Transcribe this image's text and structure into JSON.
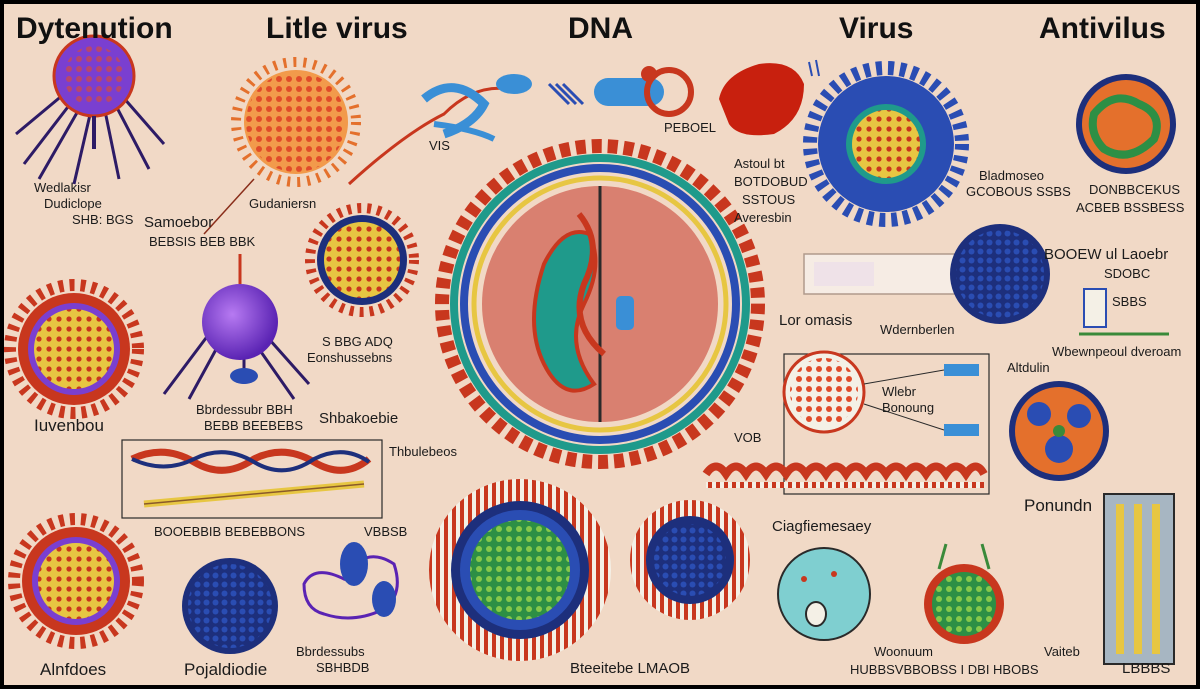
{
  "headings": {
    "h1": "Dytenution",
    "h2": "Litle virus",
    "h3": "DNA",
    "h4": "Virus",
    "h5": "Antivilus"
  },
  "labels": {
    "l01": "Wedlakisr",
    "l02": "Dudiclope",
    "l03": "SHB: BGS",
    "l04": "Samoebor",
    "l05": "BEBSIS BEB BBK",
    "l06": "Gudaniersn",
    "l07": "VIS",
    "l08": "PEBOEL",
    "l09": "Astoul bt",
    "l10": "BOTDOBUD",
    "l11": "SSTOUS",
    "l12": "Averesbin",
    "l13": "Bladmoseo",
    "l14": "GCOBOUS SSBS",
    "l15": "DONBBCEKUS",
    "l16": "ACBEB BSSBESS",
    "l17": "BOOEW ul Laoebr",
    "l18": "SDOBC",
    "l19": "SBBS",
    "l20": "Lor omasis",
    "l21": "Wdernberlen",
    "l22": "Altdulin",
    "l23": "Wbewnpeoul dveroam",
    "l24": "Wlebr",
    "l25": "Bonoung",
    "l26": "VOB",
    "l27": "Ponundn",
    "l28": "S BBG ADQ",
    "l29": "Eonshussebns",
    "l30": "Iuvenbou",
    "l31": "Bbrdessubr BBH",
    "l32": "BEBB BEEBEBS",
    "l33": "Shbakoebie",
    "l34": "Thbulebeos",
    "l35": "BOOEBBIB BEBEBBONS",
    "l36": "VBBSB",
    "l37": "Ciagfiemesaey",
    "l38": "Alnfdoes",
    "l39": "Pojaldiodie",
    "l40": "Bbrdessubs",
    "l41": "SBHBDB",
    "l42": "Bteeitebe LMAOB",
    "l43": "Woonuum",
    "l44": "HUBBSVBBOBSS I DBI HBOBS",
    "l45": "Vaiteb",
    "l46": "LBBBS"
  },
  "colors": {
    "background": "#f1d9c6",
    "red": "#d8331e",
    "orange": "#e4702c",
    "blue": "#2a4db3",
    "navy": "#1d2f7c",
    "teal": "#1f9a8b",
    "green": "#3a8a3a",
    "yellow": "#e7c642",
    "purple": "#7a3fd0"
  }
}
